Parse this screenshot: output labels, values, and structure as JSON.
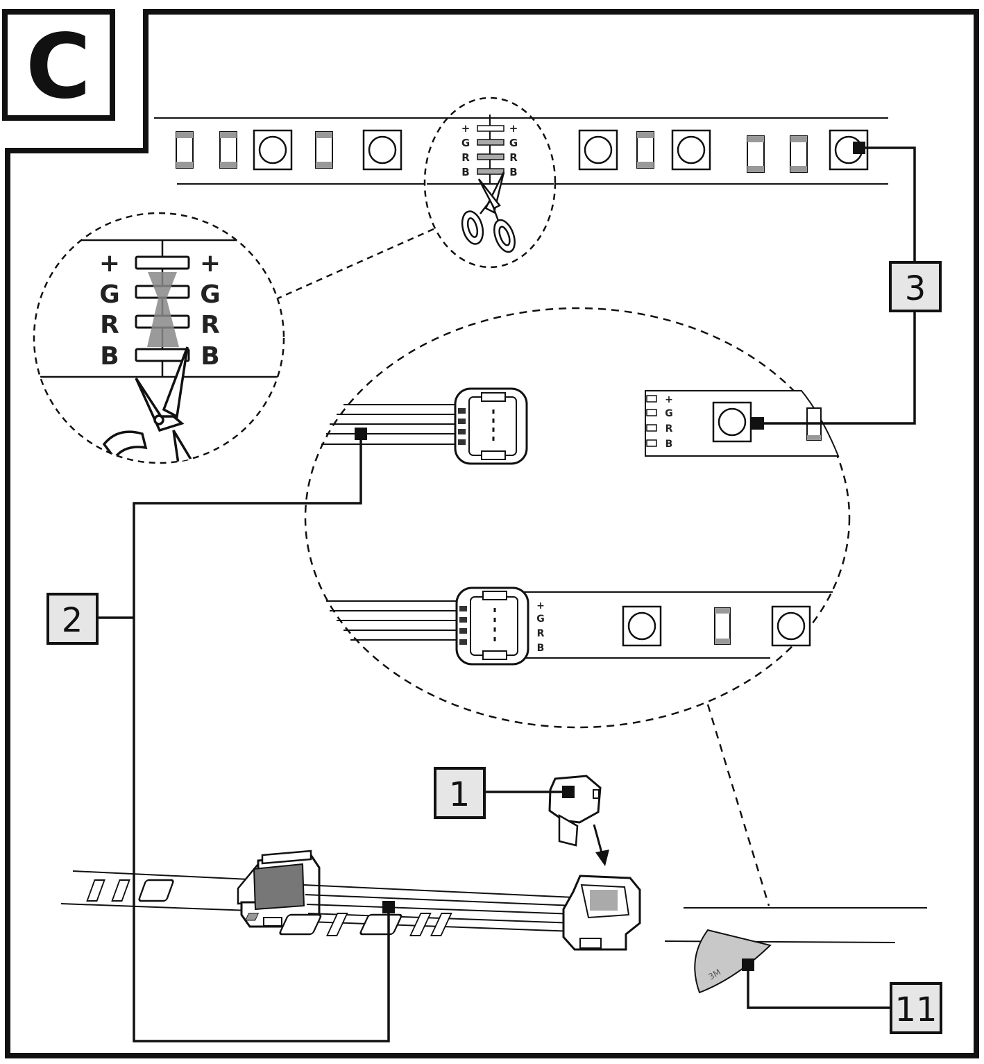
{
  "panel_letter": "C",
  "callouts": {
    "c1": "1",
    "c2": "2",
    "c3": "3",
    "c11": "11"
  },
  "pads": {
    "plus": "+",
    "g": "G",
    "r": "R",
    "b": "B"
  },
  "tape_text": "3M",
  "colors": {
    "ink": "#111111",
    "pad_grey": "#888888",
    "label_box_fill": "#e6e6e6"
  }
}
